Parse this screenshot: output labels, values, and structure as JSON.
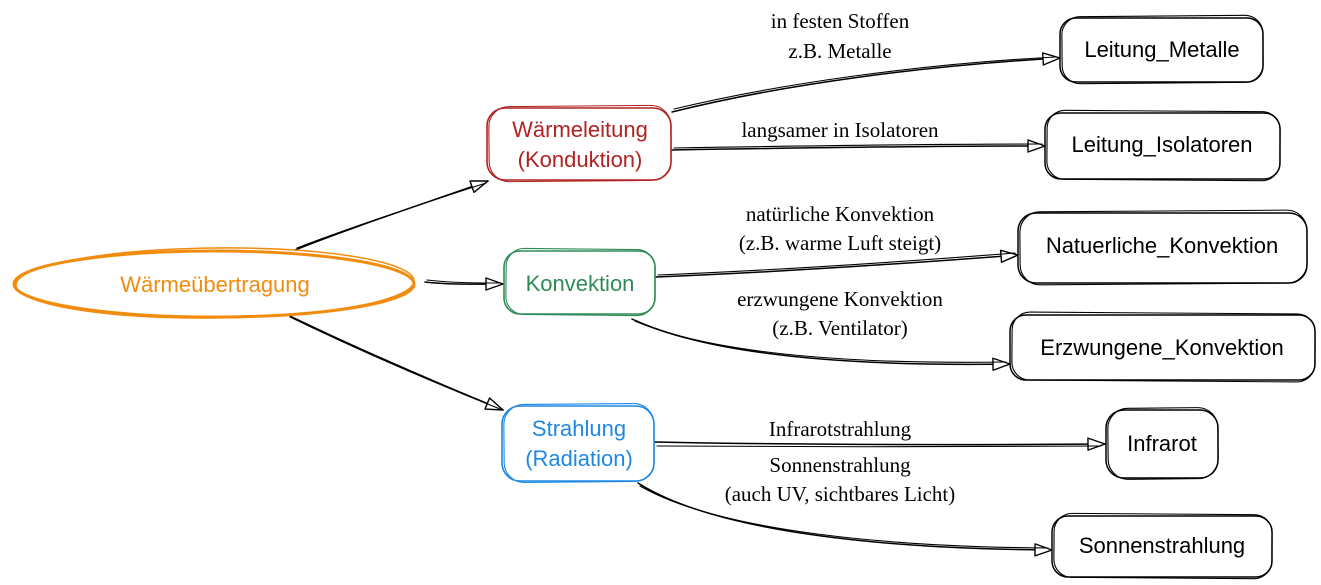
{
  "colors": {
    "root": "#f28c0f",
    "conduction": "#b22222",
    "convection": "#2e8b57",
    "radiation": "#1e88e5",
    "leaf": "#000000"
  },
  "nodes": {
    "root": "Wärmeübertragung",
    "conduction": [
      "Wärmeleitung",
      "(Konduktion)"
    ],
    "convection": [
      "Konvektion"
    ],
    "radiation": [
      "Strahlung",
      "(Radiation)"
    ],
    "leitung_metalle": "Leitung_Metalle",
    "leitung_isolatoren": "Leitung_Isolatoren",
    "natuerliche_konvektion": "Natuerliche_Konvektion",
    "erzwungene_konvektion": "Erzwungene_Konvektion",
    "infrarot": "Infrarot",
    "sonnenstrahlung": "Sonnenstrahlung"
  },
  "edge_labels": {
    "metalle": [
      "in festen Stoffen",
      "z.B. Metalle"
    ],
    "isolatoren": [
      "langsamer in Isolatoren"
    ],
    "natuerlich": [
      "natürliche Konvektion",
      "(z.B. warme Luft steigt)"
    ],
    "erzwungen": [
      "erzwungene Konvektion",
      "(z.B. Ventilator)"
    ],
    "infrarot": [
      "Infrarotstrahlung"
    ],
    "sonne": [
      "Sonnenstrahlung",
      "(auch UV, sichtbares Licht)"
    ]
  }
}
